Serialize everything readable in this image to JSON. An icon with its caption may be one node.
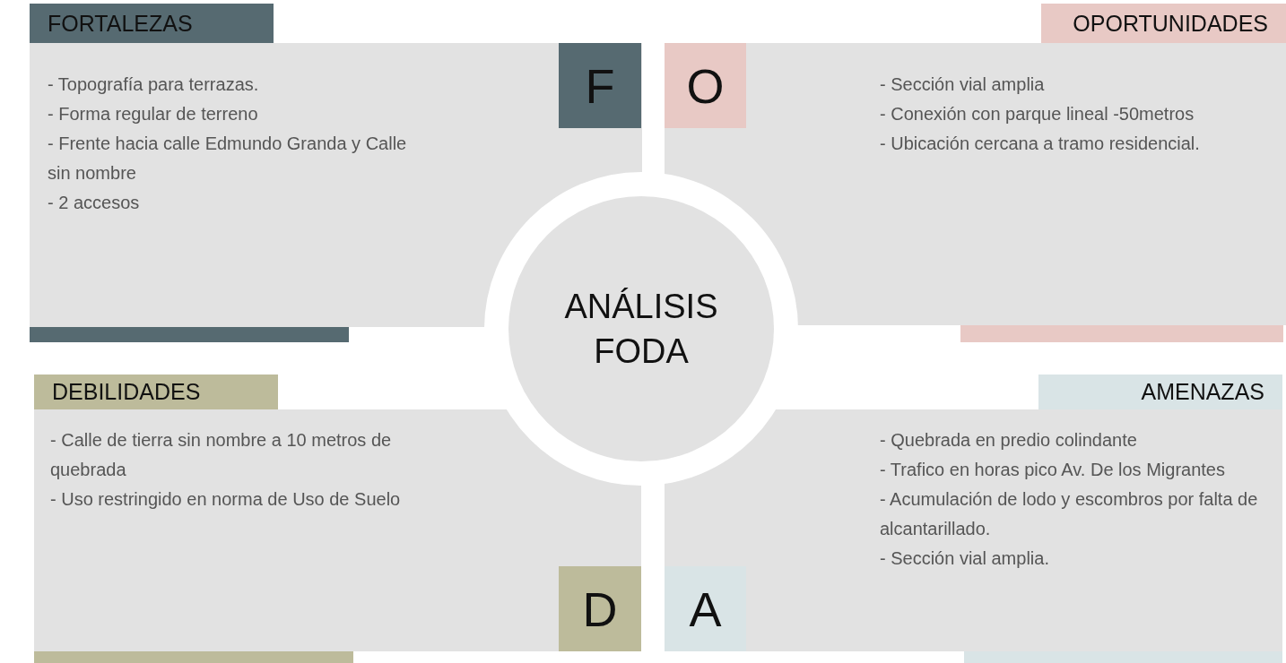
{
  "diagram": {
    "nodes": [
      {
        "text": [
          "FORTALEZAS",
          "- Topografía para terrazas.",
          "- Forma regular de terreno",
          "- Frente hacia calle Edmundo Granda y Calle sin nombre",
          "- 2 accesos"
        ]
      },
      {
        "text": [
          "F"
        ],
        "in": 0
      },
      {
        "text": [
          "OPORTUNIDADES",
          "- Sección vial amplia",
          "- Conexión con parque lineal -50metros",
          "- Ubicación cercana a tramo residencial."
        ]
      },
      {
        "text": [
          "O"
        ],
        "in": 2
      },
      {
        "text": [
          "ANÁLISIS FODA"
        ]
      },
      {
        "text": [
          "DEBILIDADES",
          "- Calle de tierra sin nombre a 10 metros de quebrada",
          "- Uso restringido en norma de Uso de Suelo"
        ]
      },
      {
        "text": [
          "D"
        ],
        "in": 5
      },
      {
        "text": [
          "AMENAZAS",
          "- Quebrada en predio colindante",
          "- Trafico en horas pico Av. De los Migrantes",
          "- Acumulación de lodo y escombros por falta de alcantarillado.",
          "- Sección vial amplia."
        ]
      },
      {
        "text": [
          "A"
        ],
        "in": 7
      }
    ],
    "edges": []
  }
}
